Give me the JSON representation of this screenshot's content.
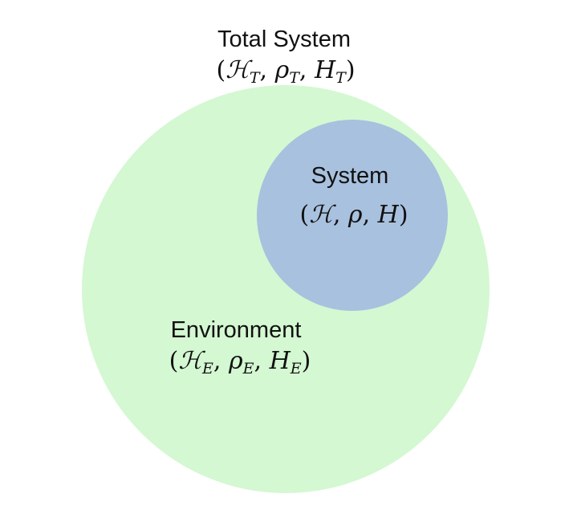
{
  "colors": {
    "total_system_fill": "#d4f8d2",
    "system_fill": "#a8c1de",
    "text": "#111111"
  },
  "total_system": {
    "name": "Total System",
    "tuple": {
      "open": "(",
      "hilbert": "ℋ",
      "hilbert_sub": "T",
      "sep1": ", ",
      "rho": "ρ",
      "rho_sub": "T",
      "sep2": ", ",
      "ham": "H",
      "ham_sub": "T",
      "close": ")"
    }
  },
  "system": {
    "name": "System",
    "tuple": {
      "open": "(",
      "hilbert": "ℋ",
      "sep1": ", ",
      "rho": "ρ",
      "sep2": ", ",
      "ham": "H",
      "close": ")"
    }
  },
  "environment": {
    "name": "Environment",
    "tuple": {
      "open": "(",
      "hilbert": "ℋ",
      "hilbert_sub": "E",
      "sep1": ", ",
      "rho": "ρ",
      "rho_sub": "E",
      "sep2": ", ",
      "ham": "H",
      "ham_sub": "E",
      "close": ")"
    }
  }
}
